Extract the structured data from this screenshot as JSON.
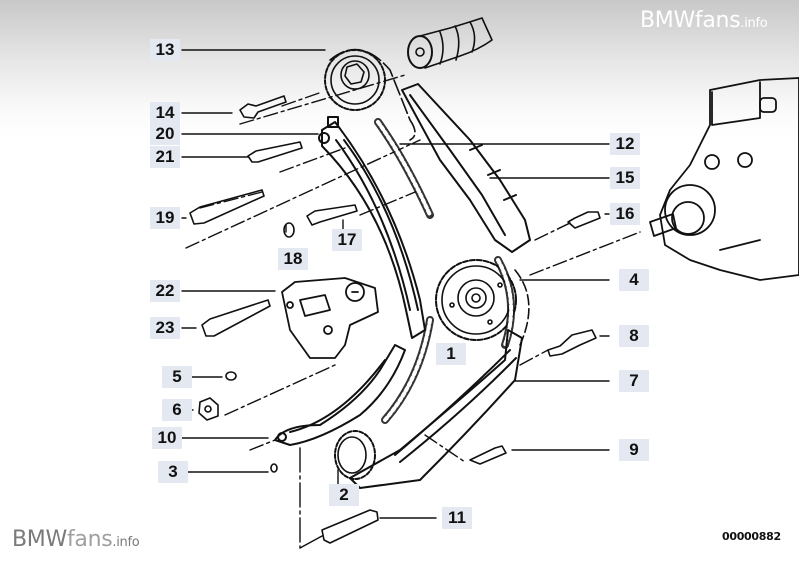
{
  "watermarks": {
    "top": {
      "brand": "BMWfans",
      "suffix": ".info"
    },
    "bottom": {
      "brand": "BMW",
      "fans": "fans",
      "suffix": ".info"
    }
  },
  "diagram_number": "00000882",
  "diagram_title": "Timing chain exploded view",
  "callouts": {
    "c1": "1",
    "c2": "2",
    "c3": "3",
    "c4": "4",
    "c5": "5",
    "c6": "6",
    "c7": "7",
    "c8": "8",
    "c9": "9",
    "c10": "10",
    "c11": "11",
    "c12": "12",
    "c13": "13",
    "c14": "14",
    "c15": "15",
    "c16": "16",
    "c17": "17",
    "c18": "18",
    "c19": "19",
    "c20": "20",
    "c21": "21",
    "c22": "22",
    "c23": "23"
  },
  "colors": {
    "callout_bg": "#e4e8f0",
    "line": "#111111"
  }
}
